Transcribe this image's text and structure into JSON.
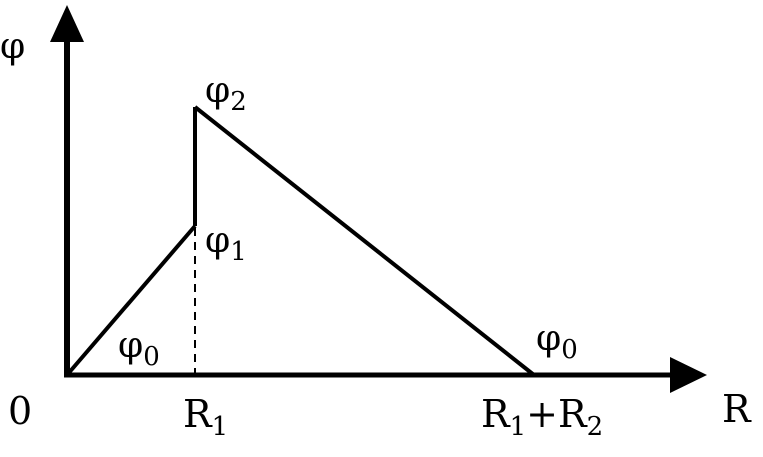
{
  "diagram": {
    "axes": {
      "y_label": "φ",
      "x_label": "R",
      "origin_label": "0"
    },
    "points": {
      "phi0_left": {
        "base": "φ",
        "sub": "0"
      },
      "phi1": {
        "base": "φ",
        "sub": "1"
      },
      "phi2": {
        "base": "φ",
        "sub": "2"
      },
      "phi0_right": {
        "base": "φ",
        "sub": "0"
      }
    },
    "ticks": {
      "r1": {
        "base": "R",
        "sub": "1"
      },
      "r1r2": {
        "base1": "R",
        "sub1": "1",
        "plus": "+",
        "base2": "R",
        "sub2": "2"
      }
    },
    "colors": {
      "ink": "#000000",
      "background": "#ffffff"
    }
  }
}
